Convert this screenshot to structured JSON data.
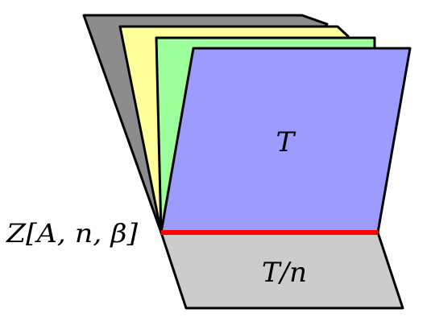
{
  "labels": {
    "top_sheet": "T",
    "bottom_sheet": "T/n",
    "junction": "Z[A, n, β]"
  },
  "colors": {
    "sheet_gray": "#8c8c8c",
    "sheet_yellow": "#ffff9c",
    "sheet_green": "#9cff9c",
    "sheet_blue": "#9c9cff",
    "bottom_sheet": "#cccccc",
    "junction_line": "#ff0000",
    "outline": "#000000"
  }
}
